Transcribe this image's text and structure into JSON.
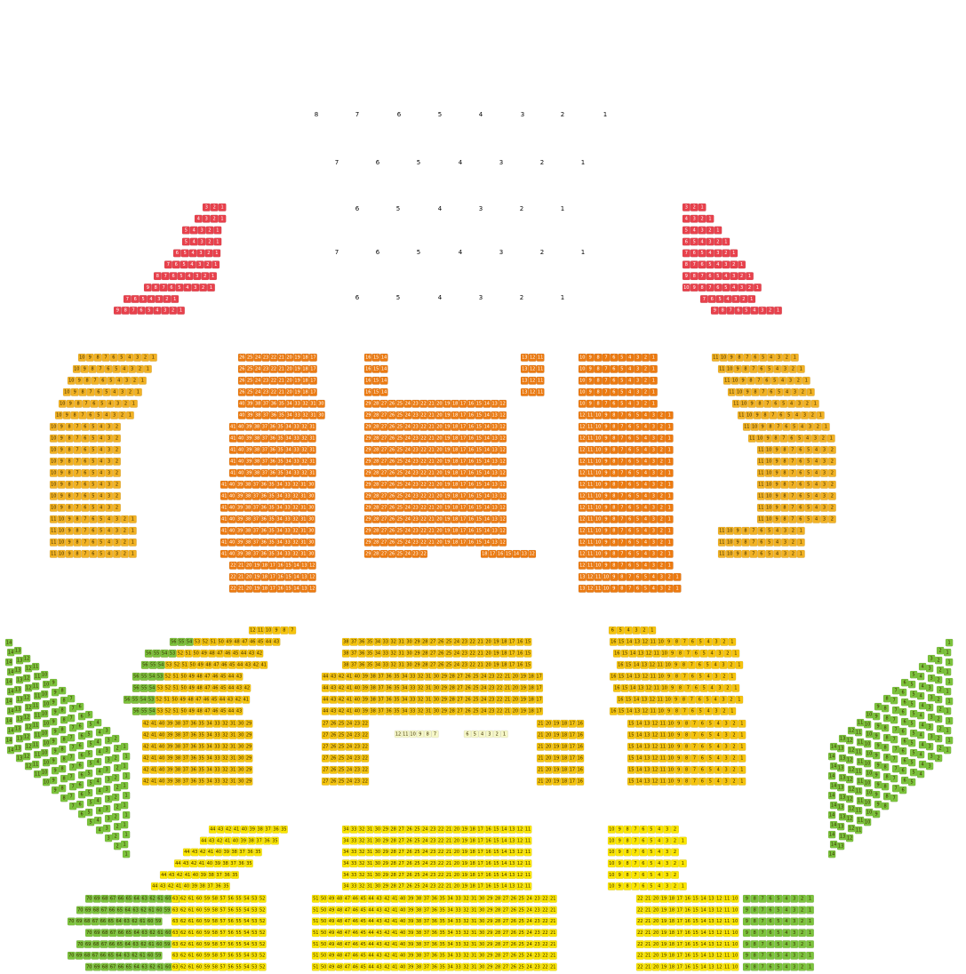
{
  "colors": {
    "red": "#e8414c",
    "orange": "#ec7a10",
    "amber": "#f2b224",
    "gold": "#f6c40e",
    "yellow": "#fbe600",
    "green": "#7cc33d",
    "pale": "#f6f8c8"
  },
  "boxes": {
    "rows": [
      [
        "8",
        "7",
        "6",
        "5",
        "4",
        "3",
        "2",
        "1"
      ],
      [
        "7",
        "6",
        "5",
        "4",
        "3",
        "2",
        "1"
      ],
      [
        "6",
        "5",
        "4",
        "3",
        "2",
        "1"
      ],
      [
        "7",
        "6",
        "5",
        "4",
        "3",
        "2",
        "1"
      ],
      [
        "6",
        "5",
        "4",
        "3",
        "2",
        "1"
      ]
    ]
  },
  "balcony": {
    "left_rows": [
      [
        "3",
        "2",
        "1"
      ],
      [
        "4",
        "3",
        "2",
        "1"
      ],
      [
        "5",
        "4",
        "3",
        "2",
        "1"
      ],
      [
        "5",
        "4",
        "3",
        "2",
        "1"
      ],
      [
        "6",
        "5",
        "4",
        "3",
        "2",
        "1"
      ],
      [
        "7",
        "6",
        "5",
        "4",
        "3",
        "2",
        "1"
      ],
      [
        "8",
        "7",
        "6",
        "5",
        "4",
        "3",
        "2",
        "1"
      ],
      [
        "9",
        "8",
        "7",
        "6",
        "5",
        "4",
        "3",
        "2",
        "1"
      ],
      [
        "7",
        "6",
        "5",
        "4",
        "3",
        "2",
        "1"
      ],
      [
        "9",
        "8",
        "7",
        "6",
        "5",
        "4",
        "3",
        "2",
        "1"
      ]
    ],
    "right_rows": [
      [
        "3",
        "2",
        "1"
      ],
      [
        "4",
        "3",
        "2",
        "1"
      ],
      [
        "5",
        "4",
        "3",
        "2",
        "1"
      ],
      [
        "6",
        "5",
        "4",
        "3",
        "2",
        "1"
      ],
      [
        "7",
        "6",
        "5",
        "4",
        "3",
        "2",
        "1"
      ],
      [
        "8",
        "7",
        "6",
        "5",
        "4",
        "3",
        "2",
        "1"
      ],
      [
        "9",
        "8",
        "7",
        "6",
        "5",
        "4",
        "3",
        "2",
        "1"
      ],
      [
        "10",
        "9",
        "8",
        "7",
        "6",
        "5",
        "4",
        "3",
        "2",
        "1"
      ],
      [
        "7",
        "6",
        "5",
        "4",
        "3",
        "2",
        "1"
      ],
      [
        "9",
        "8",
        "7",
        "6",
        "5",
        "4",
        "3",
        "2",
        "1"
      ]
    ]
  },
  "mezzanine": {
    "center_top": [
      "16",
      "15",
      "14",
      "13",
      "12",
      "11"
    ],
    "center_wide": [
      "29",
      "28",
      "27",
      "26",
      "25",
      "24",
      "23",
      "22",
      "21",
      "20",
      "19",
      "18",
      "17",
      "16",
      "15",
      "14",
      "13",
      "12"
    ],
    "center_bottom_left": [
      "29",
      "28",
      "27",
      "26",
      "25",
      "24",
      "23",
      "22"
    ],
    "center_bottom_right": [
      "18",
      "17",
      "16",
      "15",
      "14",
      "13",
      "12"
    ],
    "left_center": [
      "26",
      "25",
      "24",
      "23",
      "22",
      "21",
      "20",
      "19",
      "18",
      "17"
    ],
    "left_center_wide": [
      "41",
      "40",
      "39",
      "38",
      "37",
      "36",
      "35",
      "34",
      "33",
      "32",
      "31"
    ],
    "left_center_bottom": [
      "22",
      "21",
      "20",
      "19",
      "18",
      "17",
      "16",
      "15",
      "14",
      "13",
      "12"
    ],
    "right_center": [
      "10",
      "9",
      "8",
      "7",
      "6",
      "5",
      "4",
      "3",
      "2",
      "1"
    ],
    "right_center_wide": [
      "13",
      "12",
      "11",
      "10",
      "9",
      "8",
      "7",
      "6",
      "5",
      "4",
      "3",
      "2",
      "1"
    ],
    "side_left": [
      "11",
      "10",
      "9",
      "8",
      "7",
      "6",
      "5",
      "4",
      "3",
      "2",
      "1"
    ],
    "side_right": [
      "11",
      "10",
      "9",
      "8",
      "7",
      "6",
      "5",
      "4",
      "3",
      "2",
      "1"
    ]
  },
  "parterre": {
    "left_top": [
      "12",
      "11",
      "10",
      "9",
      "8",
      "7"
    ],
    "left_rows": [
      "56",
      "55",
      "54",
      "53",
      "52",
      "51",
      "50",
      "49",
      "48",
      "47",
      "46",
      "45",
      "44",
      "43",
      "42",
      "41",
      "40",
      "39"
    ],
    "left_lower": [
      "42",
      "41",
      "40",
      "39",
      "38",
      "37",
      "36",
      "35",
      "34",
      "33",
      "32",
      "31",
      "30",
      "29",
      "28"
    ],
    "center": [
      "38",
      "37",
      "36",
      "35",
      "34",
      "33",
      "32",
      "31",
      "30",
      "29",
      "28",
      "27",
      "26",
      "25",
      "24",
      "23",
      "22",
      "21",
      "20",
      "19",
      "18",
      "17",
      "16",
      "15"
    ],
    "center_wide": [
      "44",
      "43",
      "42",
      "41",
      "40",
      "39",
      "38",
      "37",
      "36",
      "35",
      "34",
      "33",
      "32",
      "31",
      "30",
      "29",
      "28",
      "27",
      "26",
      "25",
      "24",
      "23",
      "22",
      "21",
      "20",
      "19",
      "18",
      "17"
    ],
    "center_left_block": [
      "27",
      "26",
      "25",
      "24",
      "23",
      "22"
    ],
    "center_right_block": [
      "21",
      "20",
      "19",
      "18",
      "17",
      "16"
    ],
    "pale_left": [
      "12",
      "11",
      "10",
      "9",
      "8",
      "7"
    ],
    "pale_right": [
      "6",
      "5",
      "4",
      "3",
      "2",
      "1"
    ],
    "right_top": [
      "6",
      "5",
      "4",
      "3",
      "2",
      "1"
    ],
    "right_rows": [
      "16",
      "15",
      "14",
      "13",
      "12",
      "11",
      "10",
      "9",
      "8",
      "7",
      "6",
      "5",
      "4",
      "3",
      "2",
      "1"
    ],
    "right_lower": [
      "15",
      "14",
      "13",
      "12",
      "11",
      "10",
      "9",
      "8",
      "7",
      "6",
      "5",
      "4",
      "3",
      "2",
      "1"
    ]
  },
  "stalls": {
    "left_rows": [
      "70",
      "69",
      "68",
      "67",
      "66",
      "65",
      "64",
      "63",
      "62",
      "61",
      "60",
      "59",
      "58",
      "57",
      "56",
      "55",
      "54",
      "53",
      "52"
    ],
    "center_rows": [
      "51",
      "50",
      "49",
      "48",
      "47",
      "46",
      "45",
      "44",
      "43",
      "42",
      "41",
      "40",
      "39",
      "38",
      "37",
      "36",
      "35",
      "34",
      "33",
      "32",
      "31",
      "30",
      "29",
      "28",
      "27",
      "26",
      "25",
      "24",
      "23",
      "22",
      "21"
    ],
    "center_top": [
      "34",
      "33",
      "32",
      "31",
      "30",
      "29",
      "28",
      "27",
      "26",
      "25",
      "24",
      "23",
      "22",
      "21",
      "20",
      "19",
      "18",
      "17",
      "16",
      "15",
      "14",
      "13",
      "12",
      "11"
    ],
    "left_top": [
      "44",
      "43",
      "42",
      "41",
      "40",
      "39",
      "38",
      "37",
      "36",
      "35"
    ],
    "right_top": [
      "10",
      "9",
      "8",
      "7",
      "6",
      "5",
      "4",
      "3",
      "2",
      "1"
    ],
    "right_rows": [
      "22",
      "21",
      "20",
      "19",
      "18",
      "17",
      "16",
      "15",
      "14",
      "13",
      "12",
      "11",
      "10",
      "9",
      "8",
      "7",
      "6",
      "5",
      "4",
      "3",
      "2",
      "1"
    ]
  }
}
